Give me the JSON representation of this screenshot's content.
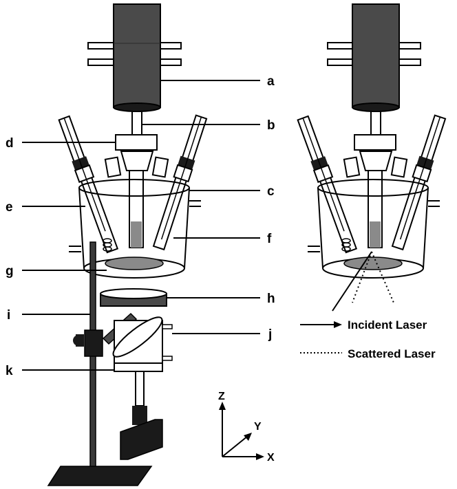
{
  "part_labels": {
    "a": "a",
    "b": "b",
    "c": "c",
    "d": "d",
    "e": "e",
    "f": "f",
    "g": "g",
    "h": "h",
    "i": "i",
    "j": "j",
    "k": "k"
  },
  "legend": {
    "incident": "Incident Laser",
    "scattered": "Scattered Laser"
  },
  "axes": {
    "z": "Z",
    "y": "Y",
    "x": "X"
  },
  "colors": {
    "dark_body": "#4a4a4a",
    "darkest": "#1a1a1a",
    "liquid": "#8a8a8a",
    "line": "#000000"
  }
}
